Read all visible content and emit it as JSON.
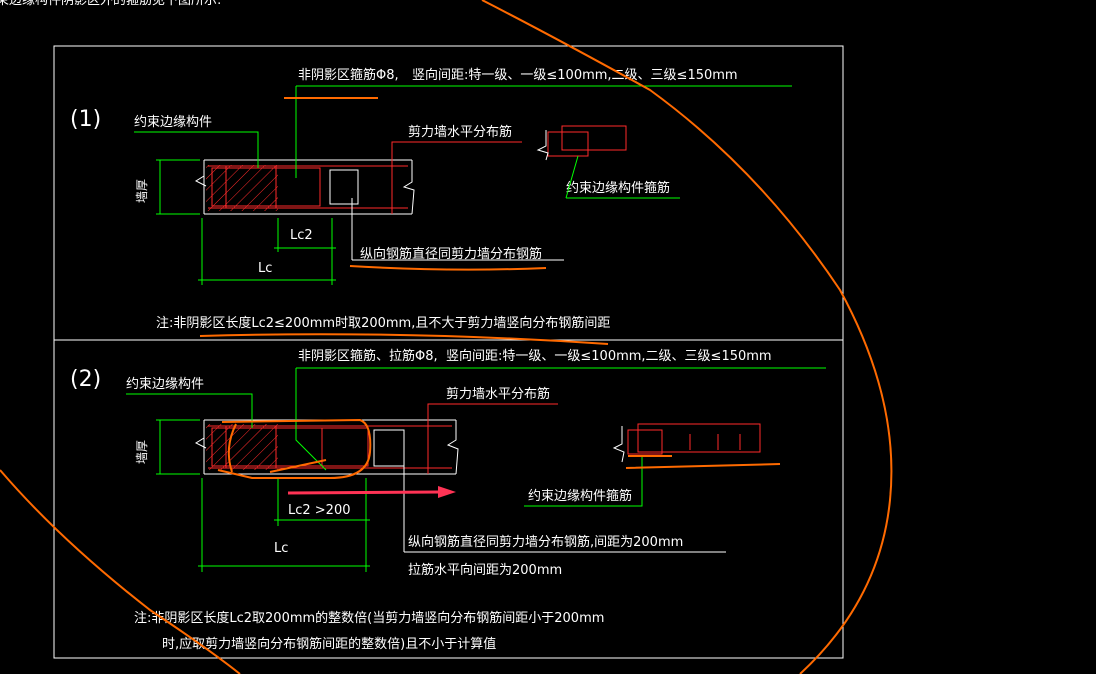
{
  "top_fragment": "束边缘构件阴影区外的箍筋见下图所示:",
  "panel1": {
    "number": "(1)",
    "edge_member": "约束边缘构件",
    "stirrup_note": "非阴影区箍筋Φ8,",
    "spacing_note": "竖向间距:特一级、一级≤100mm,二级、三级≤150mm",
    "horizontal_bar": "剪力墙水平分布筋",
    "edge_stirrup": "约束边缘构件箍筋",
    "wall_thickness": "墙厚",
    "lc2": "Lc2",
    "lc": "Lc",
    "vertical_bar": "纵向钢筋直径同剪力墙分布钢筋",
    "footnote": "注:非阴影区长度Lc2≤200mm时取200mm,且不大于剪力墙竖向分布钢筋间距"
  },
  "panel2": {
    "number": "(2)",
    "edge_member": "约束边缘构件",
    "stirrup_note": "非阴影区箍筋、拉筋Φ8,",
    "spacing_note": "竖向间距:特一级、一级≤100mm,二级、三级≤150mm",
    "horizontal_bar": "剪力墙水平分布筋",
    "edge_stirrup": "约束边缘构件箍筋",
    "wall_thickness": "墙厚",
    "lc2": "Lc2 >200",
    "lc": "Lc",
    "vertical_bar": "纵向钢筋直径同剪力墙分布钢筋,间距为200mm",
    "tie_bar": "拉筋水平向间距为200mm",
    "footnote_line1": "注:非阴影区长度Lc2取200mm的整数倍(当剪力墙竖向分布钢筋间距小于200mm",
    "footnote_line2": "时,应取剪力墙竖向分布钢筋间距的整数倍)且不小于计算值"
  }
}
